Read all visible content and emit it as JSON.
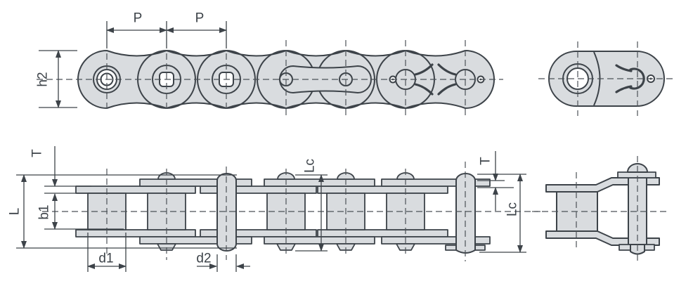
{
  "colors": {
    "background": "#ffffff",
    "part_fill": "#d9dcdf",
    "line": "#3d4349",
    "centerline": "#4c5257"
  },
  "labels": {
    "p1": "P",
    "p2": "P",
    "h2": "h2",
    "t_left": "T",
    "l": "L",
    "b1": "b1",
    "d1": "d1",
    "d2": "d2",
    "lc_mid": "Lc",
    "t_right": "T",
    "lc_right": "Lc"
  }
}
